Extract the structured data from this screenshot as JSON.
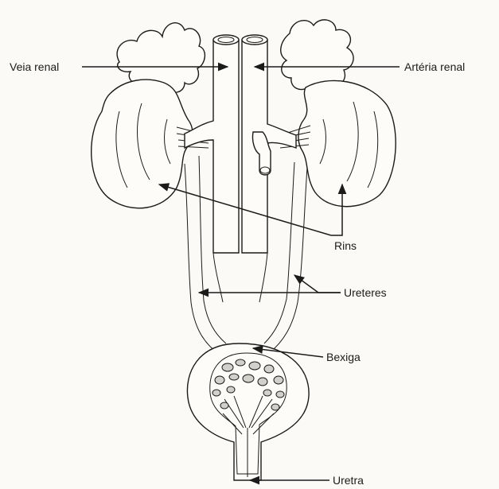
{
  "labels": {
    "renal_vein": "Veia renal",
    "renal_artery": "Artéria renal",
    "kidneys": "Rins",
    "ureters": "Ureteres",
    "bladder": "Bexiga",
    "urethra": "Uretra"
  },
  "colors": {
    "ink": "#1b1b1b",
    "paper": "#fbfaf7"
  }
}
